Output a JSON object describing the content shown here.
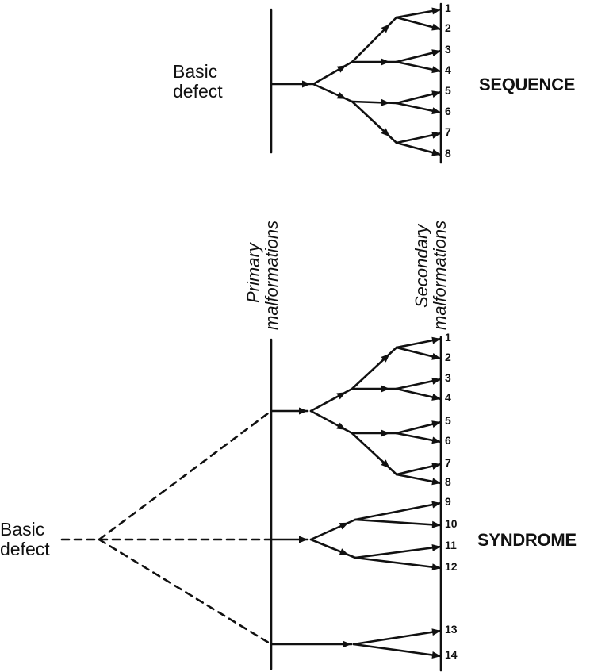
{
  "sequence": {
    "cause_label": [
      "Basic",
      "defect"
    ],
    "title": "SEQUENCE",
    "outcomes": [
      "1",
      "2",
      "3",
      "4",
      "5",
      "6",
      "7",
      "8"
    ]
  },
  "syndrome": {
    "cause_label": [
      "Basic",
      "defect"
    ],
    "title": "SYNDROME",
    "outcomes": [
      "1",
      "2",
      "3",
      "4",
      "5",
      "6",
      "7",
      "8",
      "9",
      "10",
      "11",
      "12",
      "13",
      "14"
    ]
  },
  "axis_labels": {
    "primary": [
      "Primary",
      "malformations"
    ],
    "secondary": [
      "Secondary",
      "malformations"
    ]
  }
}
